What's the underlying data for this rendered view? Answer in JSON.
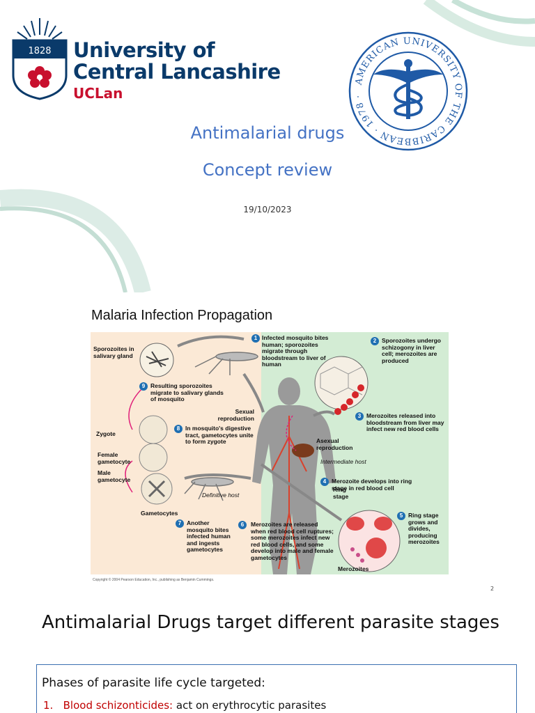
{
  "slide1": {
    "university_name_line1": "University of",
    "university_name_line2": "Central Lancashire",
    "university_abbr": "UCLan",
    "crest_year": "1828",
    "seal_text": "AMERICAN UNIVERSITY OF THE CARIBBEAN · 1978 ·",
    "title": "Antimalarial drugs",
    "subtitle": "Concept review",
    "date": "19/10/2023"
  },
  "slide2": {
    "title": "Malaria Infection Propagation",
    "page_number": "2",
    "copyright": "Copyright © 2004 Pearson Education, Inc., publishing as Benjamin Cummings.",
    "labels": {
      "sporozoites_gland": "Sporozoites in salivary gland",
      "zygote": "Zygote",
      "female_gametocyte": "Female gametocyte",
      "male_gametocyte": "Male gametocyte",
      "gametocytes": "Gametocytes",
      "sexual_reproduction": "Sexual reproduction",
      "definitive_host": "Definitive host",
      "asexual_reproduction": "Asexual reproduction",
      "intermediate_host": "Intermediate host",
      "ring_stage": "Ring stage",
      "merozoites": "Merozoites"
    },
    "steps": [
      {
        "n": "1",
        "text": "Infected mosquito bites human; sporozoites migrate through bloodstream to liver of human"
      },
      {
        "n": "2",
        "text": "Sporozoites undergo schizogony in liver cell; merozoites are produced"
      },
      {
        "n": "3",
        "text": "Merozoites released into bloodstream from liver may infect new red blood cells"
      },
      {
        "n": "4",
        "text": "Merozoite develops into ring stage in red blood cell"
      },
      {
        "n": "5",
        "text": "Ring stage grows and divides, producing merozoites"
      },
      {
        "n": "6",
        "text": "Merozoites are released when red blood cell ruptures; some merozoites infect new red blood cells, and some develop into male and female gametocytes"
      },
      {
        "n": "7",
        "text": "Another mosquito bites infected human and ingests gametocytes"
      },
      {
        "n": "8",
        "text": "In mosquito's digestive tract, gametocytes unite to form zygote"
      },
      {
        "n": "9",
        "text": "Resulting sporozoites migrate to salivary glands of mosquito"
      }
    ]
  },
  "slide3": {
    "title": "Antimalarial Drugs target different parasite stages",
    "box_heading": "Phases of parasite life cycle targeted:",
    "items": [
      {
        "num": "1.",
        "term": "Blood schizonticides:",
        "desc": " act on erythrocytic parasites"
      }
    ]
  },
  "colors": {
    "accent_blue": "#4472c4",
    "uclan_navy": "#0a3a6a",
    "uclan_red": "#c8102e",
    "highlight_red": "#c00000",
    "seal_blue": "#1f5aa6",
    "diagram_left_bg": "#fbe9d6",
    "diagram_right_bg": "#d3ecd4",
    "step_badge": "#1f6fb2"
  }
}
